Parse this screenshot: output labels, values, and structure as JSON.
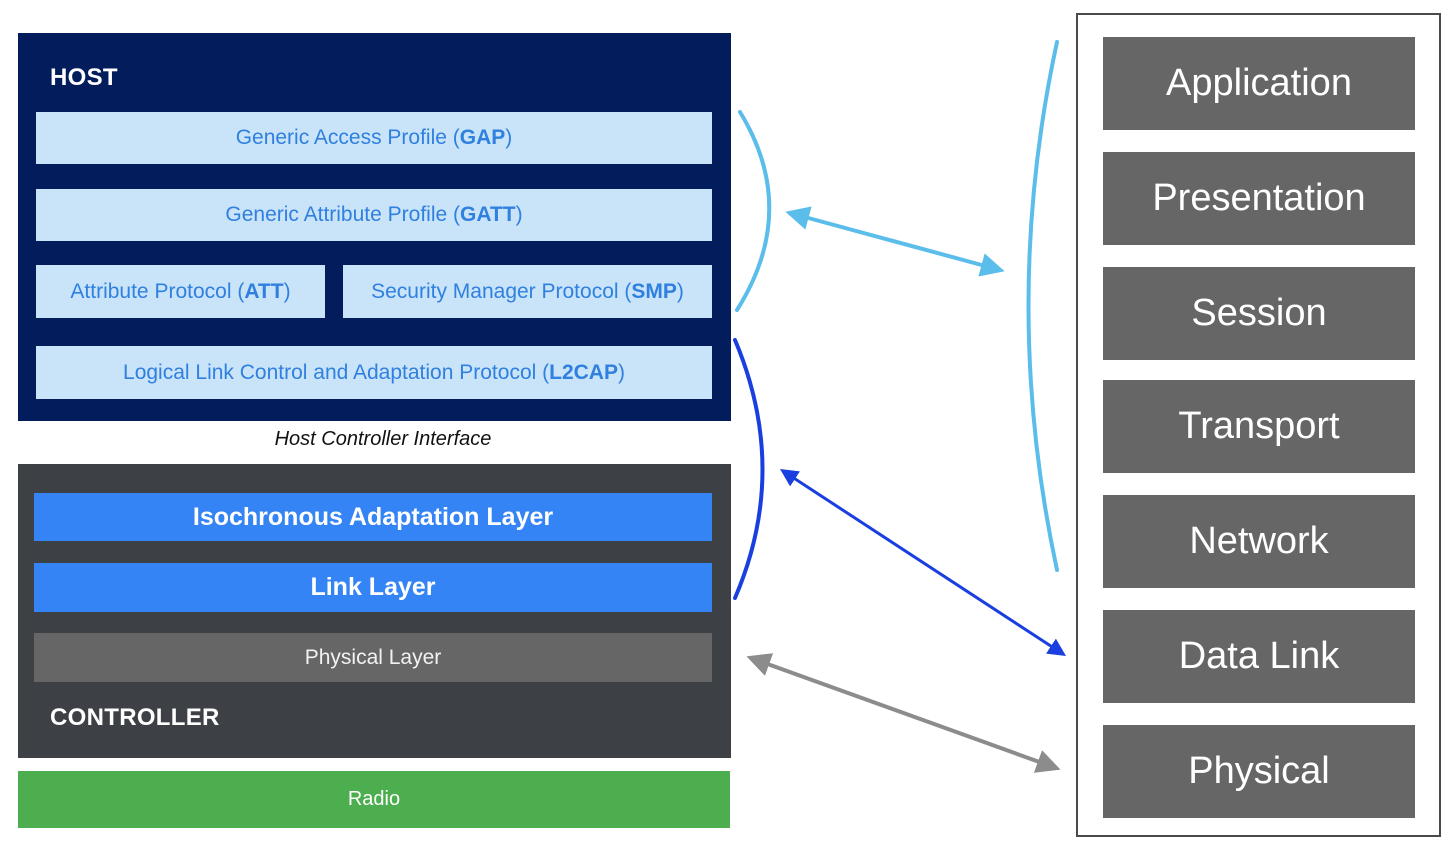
{
  "host": {
    "title": "HOST",
    "gap": {
      "text": "Generic Access Profile (",
      "bold": "GAP",
      "end": ")"
    },
    "gatt": {
      "text": "Generic Attribute Profile (",
      "bold": "GATT",
      "end": ")"
    },
    "att": {
      "text": "Attribute Protocol (",
      "bold": "ATT",
      "end": ")"
    },
    "smp": {
      "text": "Security Manager Protocol (",
      "bold": "SMP",
      "end": ")"
    },
    "l2cap": {
      "text": "Logical Link Control and Adaptation Protocol (",
      "bold": "L2CAP",
      "end": ")"
    }
  },
  "hci": {
    "label": "Host Controller Interface"
  },
  "controller": {
    "title": "CONTROLLER",
    "isochronous": "Isochronous Adaptation Layer",
    "link_layer": "Link Layer",
    "physical_layer": "Physical Layer"
  },
  "radio": {
    "label": "Radio"
  },
  "osi": {
    "layers": [
      "Application",
      "Presentation",
      "Session",
      "Transport",
      "Network",
      "Data Link",
      "Physical"
    ]
  },
  "colors": {
    "host_bg": "#031c5c",
    "host_box": "#c9e3f9",
    "host_text": "#2f80df",
    "controller_bg": "#3d4045",
    "controller_blue": "#3584f5",
    "physical_grey": "#666666",
    "radio_green": "#4cae4f",
    "arrow_light_blue": "#5bbdea",
    "arrow_blue": "#1a3fe0",
    "arrow_grey": "#8c8c8c"
  }
}
